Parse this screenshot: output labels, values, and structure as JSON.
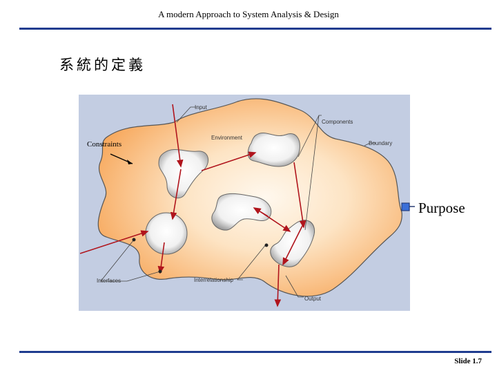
{
  "header": {
    "title": "A modern Approach to System Analysis & Design"
  },
  "heading": "系統的定義",
  "diagram": {
    "labels": {
      "input": "Input",
      "components": "Components",
      "environment": "Environment",
      "boundary": "Boundary",
      "interfaces": "Interfaces",
      "interrelationship": "Interrelationship",
      "output": "Output"
    },
    "constraints": "Constraints",
    "purpose": "Purpose",
    "colors": {
      "background": "#c3cde2",
      "system_fill": "#f8b676",
      "system_center": "#fff6e8",
      "arrow": "#b0141c",
      "marker": "#3a6fd8"
    }
  },
  "footer": {
    "slide": "Slide 1.7"
  }
}
